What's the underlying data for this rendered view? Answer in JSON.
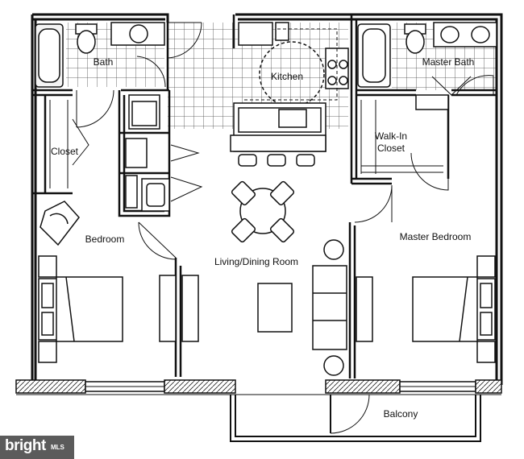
{
  "rooms": {
    "bath": "Bath",
    "kitchen": "Kitchen",
    "master_bath": "Master Bath",
    "closet": "Closet",
    "walk_in_closet_line1": "Walk-In",
    "walk_in_closet_line2": "Closet",
    "bedroom": "Bedroom",
    "master_bedroom": "Master Bedroom",
    "living_dining": "Living/Dining Room",
    "balcony": "Balcony"
  },
  "watermark": {
    "brand": "bright",
    "suffix": "MLS"
  },
  "colors": {
    "wall": "#111111",
    "fixture_fill": "#f4f4f4",
    "floor_grid": "#444444",
    "watermark_bg": "#5b5b5b"
  }
}
